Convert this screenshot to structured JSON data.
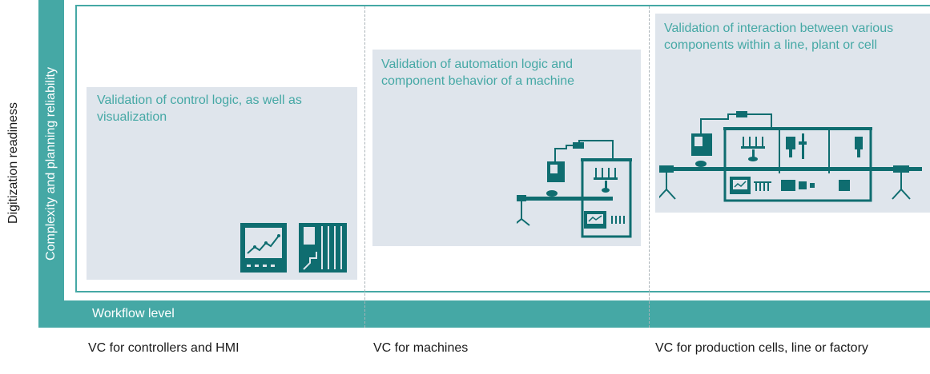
{
  "axis": {
    "outer_label": "Digitization readiness",
    "y_label": "Complexity and planning reliability",
    "x_label": "Workflow level"
  },
  "panels": [
    {
      "text": "Validation of control logic, as well as visualization",
      "icons": [
        "hmi-panel-icon",
        "controller-icon"
      ]
    },
    {
      "text": "Validation of automation logic and component behavior of a machine",
      "icons": [
        "machine-icon"
      ]
    },
    {
      "text": "Validation of interaction between various components within a line, plant or cell",
      "icons": [
        "production-line-icon"
      ]
    }
  ],
  "columns": [
    {
      "label": "VC for controllers and HMI"
    },
    {
      "label": "VC for machines"
    },
    {
      "label": "VC for production cells, line or factory"
    }
  ],
  "colors": {
    "accent": "#45a8a5",
    "panel": "#dfe5ec",
    "icon": "#0f6d70"
  }
}
